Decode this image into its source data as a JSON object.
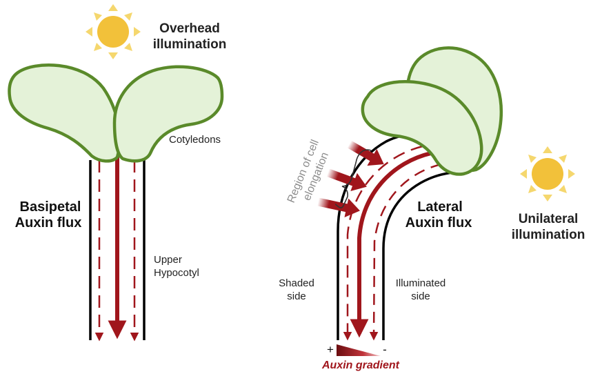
{
  "left_panel": {
    "light_label_line1": "Overhead",
    "light_label_line2": "illumination",
    "cotyledons_label": "Cotyledons",
    "flux_label_line1": "Basipetal",
    "flux_label_line2": "Auxin flux",
    "hypocotyl_label_line1": "Upper",
    "hypocotyl_label_line2": "Hypocotyl"
  },
  "right_panel": {
    "region_label_line1": "Region of cell",
    "region_label_line2": "elongation",
    "flux_label_line1": "Lateral",
    "flux_label_line2": "Auxin flux",
    "light_label_line1": "Unilateral",
    "light_label_line2": "illumination",
    "shaded_label_line1": "Shaded",
    "shaded_label_line2": "side",
    "illuminated_label_line1": "Illuminated",
    "illuminated_label_line2": "side",
    "gradient_plus": "+",
    "gradient_minus": "-",
    "gradient_label": "Auxin gradient"
  },
  "colors": {
    "leaf_fill": "#e4f2d8",
    "leaf_stroke": "#5a8a2a",
    "auxin": "#a0161c",
    "sun_fill": "#f2c13a",
    "sun_rays": "#f5d76e",
    "region_label": "#8c8c8c"
  }
}
